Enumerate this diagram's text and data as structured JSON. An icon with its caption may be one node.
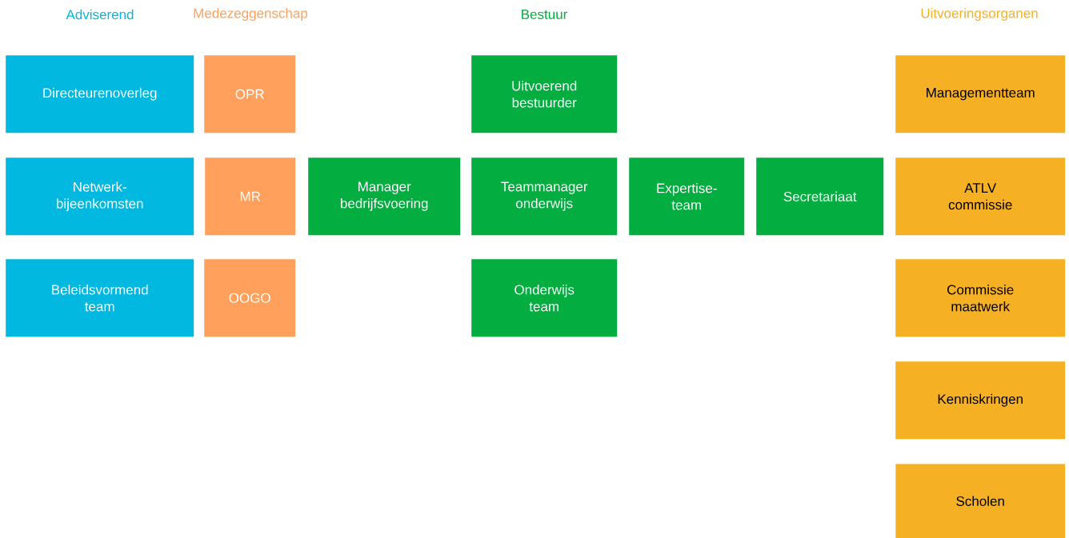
{
  "diagram": {
    "nodes": [
      {
        "text": [
          "Directeurenoverleg"
        ]
      },
      {
        "text": [
          "OPR"
        ]
      },
      {
        "text": [
          "Uitvoerend bestuurder"
        ]
      },
      {
        "text": [
          "Managementteam"
        ]
      },
      {
        "text": [
          "Netwerk-bijeenkomsten"
        ]
      },
      {
        "text": [
          "MR"
        ]
      },
      {
        "text": [
          "Manager bedrijfsvoering"
        ]
      },
      {
        "text": [
          "Teammanager onderwijs"
        ]
      },
      {
        "text": [
          "Expertise-team"
        ]
      },
      {
        "text": [
          "Secretariaat"
        ]
      },
      {
        "text": [
          "ATLV commissie"
        ]
      },
      {
        "text": [
          "Beleidsvormend team"
        ]
      },
      {
        "text": [
          "OOGO"
        ]
      },
      {
        "text": [
          "Onderwijs team"
        ]
      },
      {
        "text": [
          "Commissie maatwerk"
        ]
      },
      {
        "text": [
          "Kenniskringen"
        ]
      },
      {
        "text": [
          "Scholen"
        ]
      }
    ],
    "labels": [
      "Adviserend",
      "Medezeggenschap",
      "Bestuur",
      "Uitvoeringsorganen"
    ]
  }
}
